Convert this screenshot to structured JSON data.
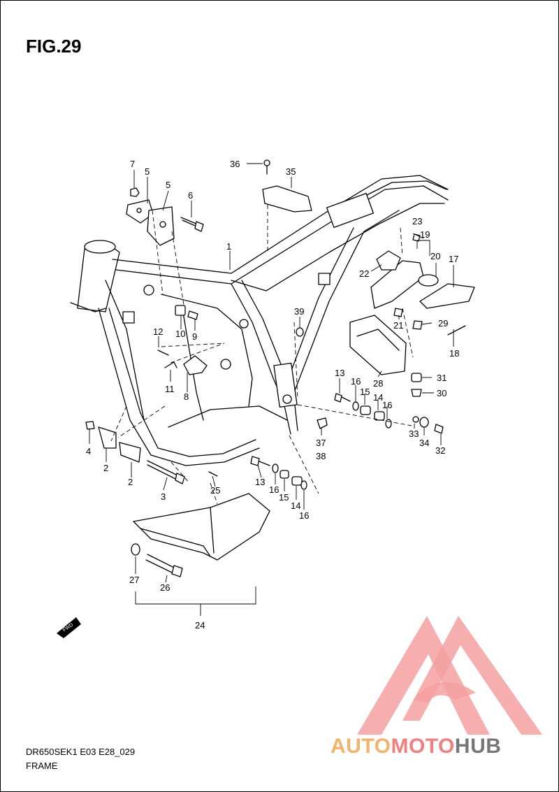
{
  "figure": {
    "title": "FIG.29"
  },
  "footer": {
    "code": "DR650SEK1 E03 E28_029",
    "name": "FRAME"
  },
  "fwd_label": "FWD",
  "watermark": {
    "part1": "AUTO",
    "part2": "MOTO",
    "part3": "HUB",
    "colors": {
      "auto": "#f3b36b",
      "moto": "#f08080",
      "hub": "#777777",
      "logo": "#f4a0a0"
    }
  },
  "callouts": [
    "1",
    "2",
    "2",
    "3",
    "4",
    "5",
    "5",
    "6",
    "7",
    "8",
    "9",
    "10",
    "11",
    "12",
    "13",
    "13",
    "14",
    "14",
    "15",
    "15",
    "16",
    "16",
    "16",
    "16",
    "17",
    "18",
    "19",
    "20",
    "21",
    "22",
    "23",
    "24",
    "25",
    "26",
    "27",
    "28",
    "29",
    "30",
    "31",
    "32",
    "33",
    "34",
    "35",
    "36",
    "37",
    "38",
    "39"
  ]
}
